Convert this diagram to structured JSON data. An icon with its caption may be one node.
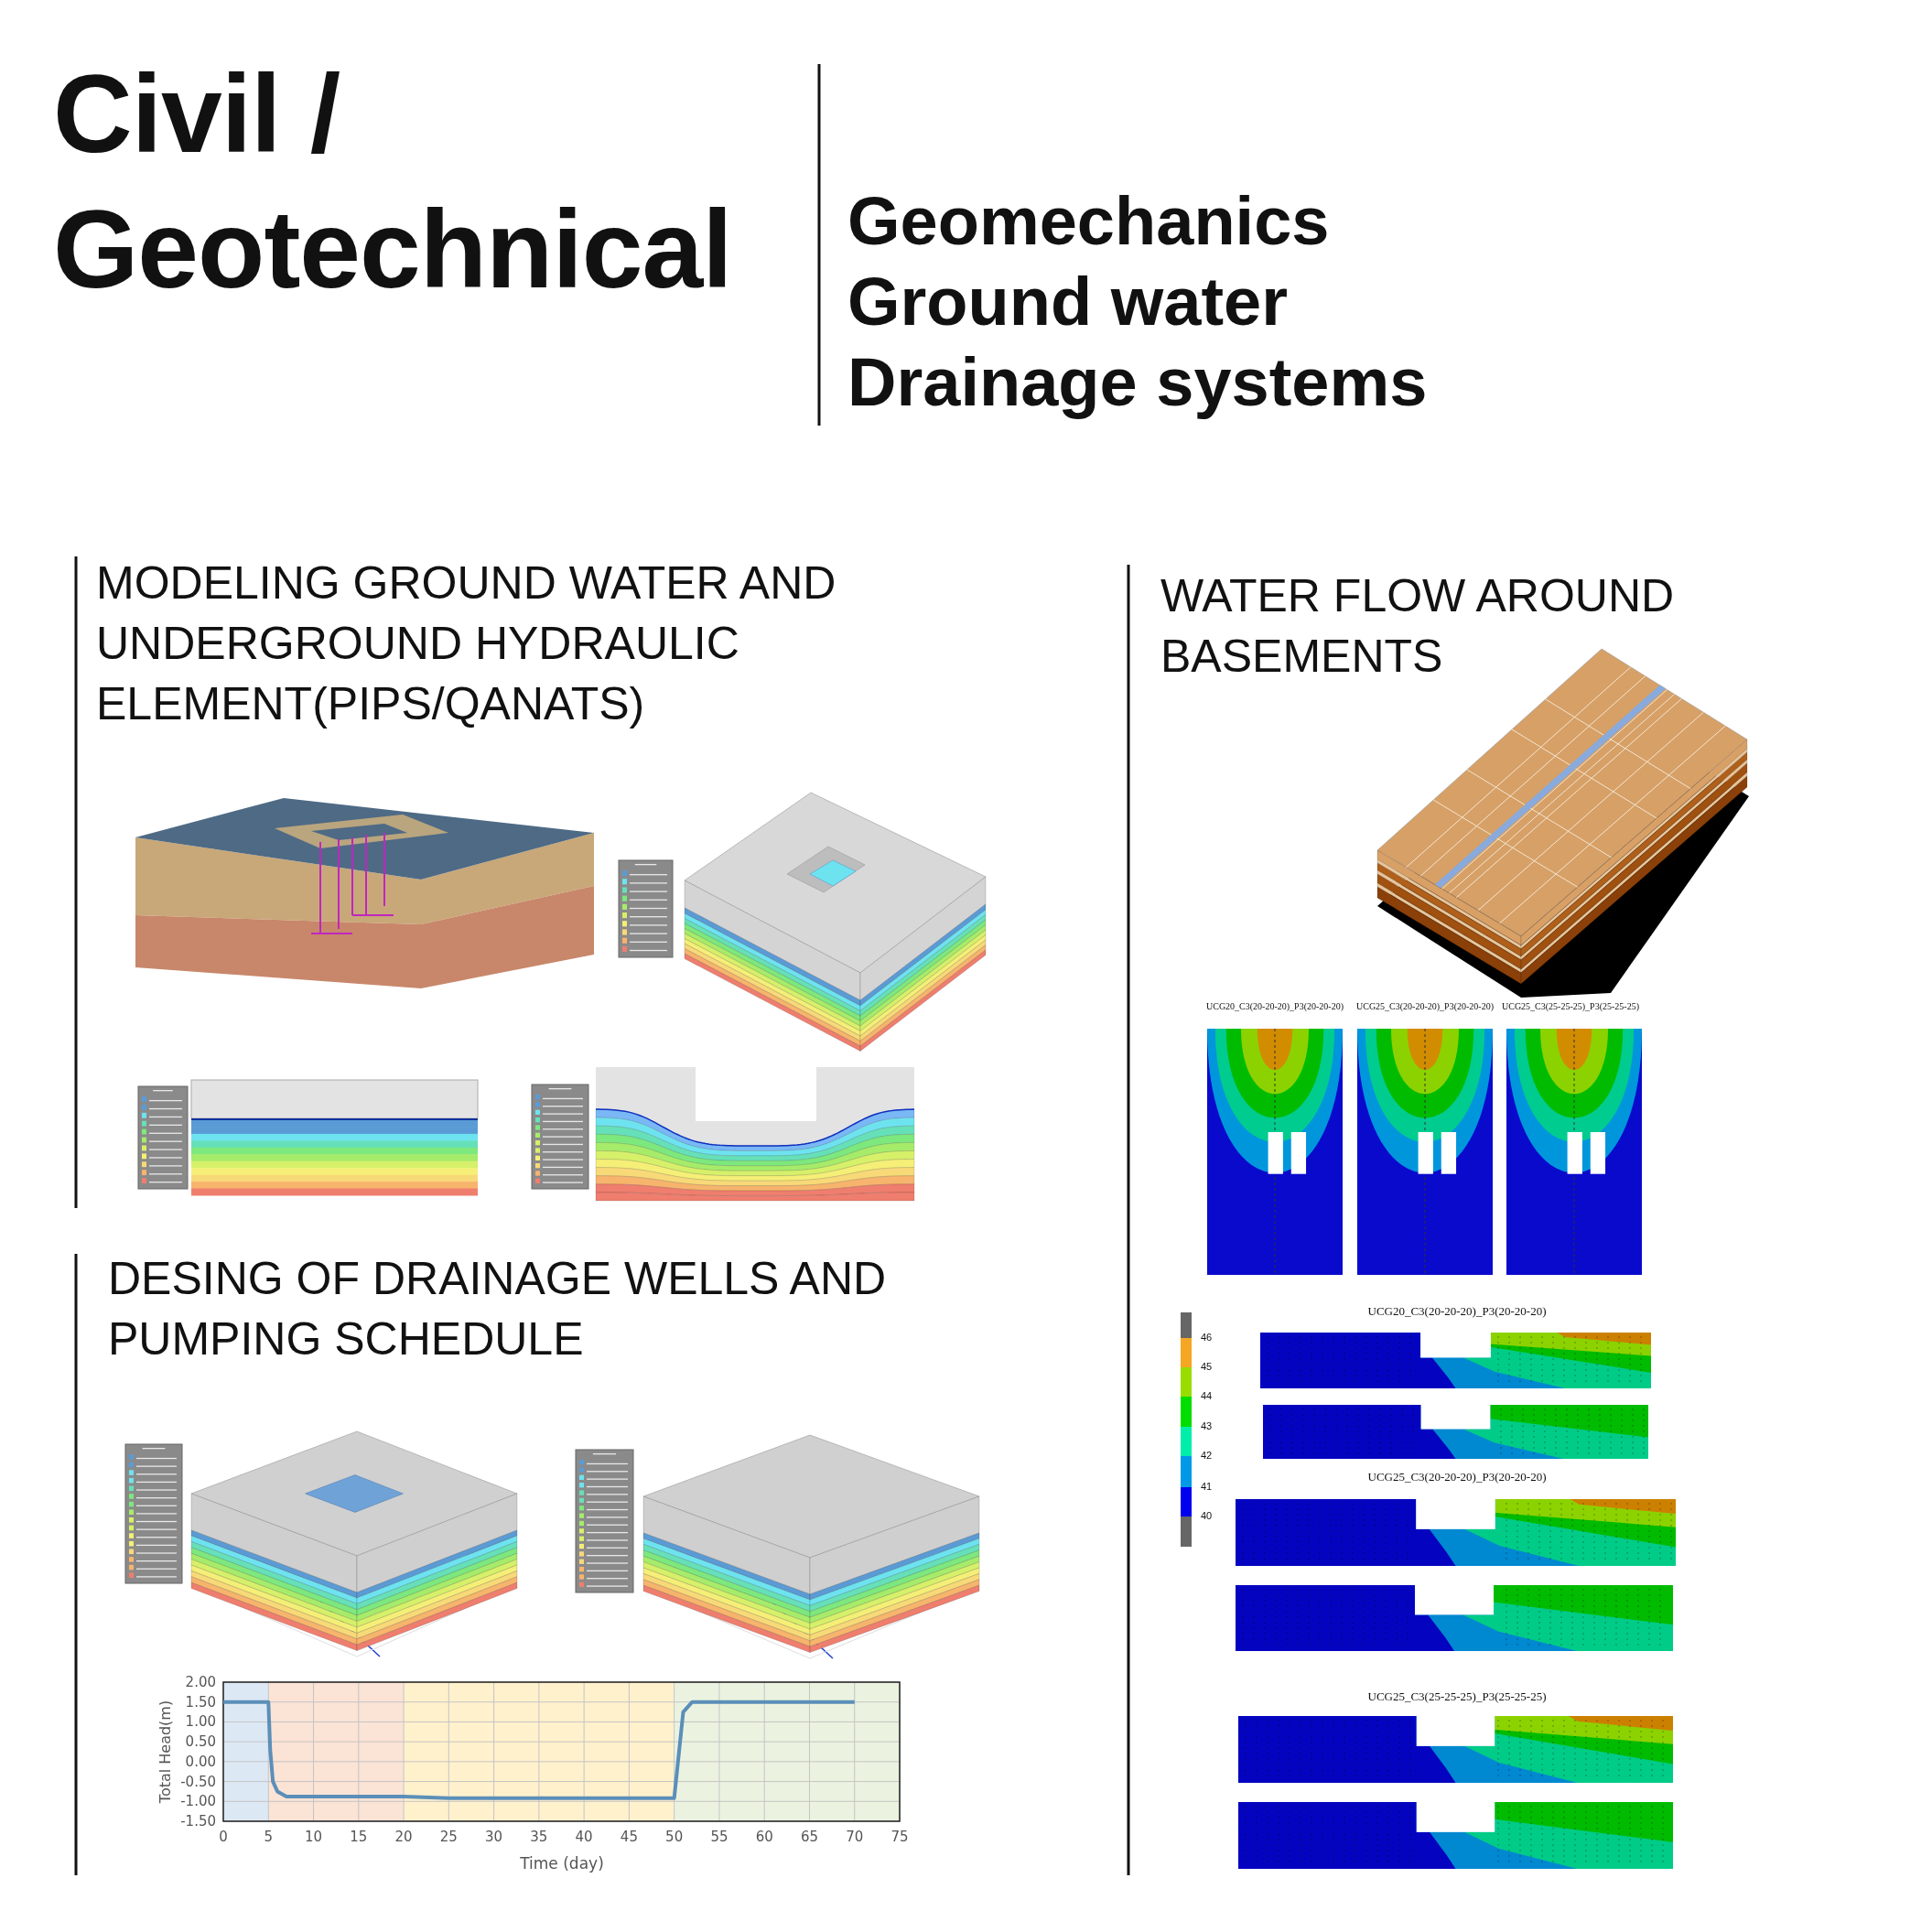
{
  "diagram": {
    "title": "Civil / Geotechnical",
    "labels": [
      "Geomechanics",
      "Ground water",
      "Drainage systems",
      "MODELING GROUND WATER AND UNDERGROUND HYDRAULIC ELEMENT(PIPS/QANATS)",
      "WATER FLOW AROUND BASEMENTS",
      "UCG20_C3(20-20-20)_P3(20-20-20)",
      "UCG25_C3(20-20-20)_P3(20-20-20)",
      "UCG25_C3(25-25-25)_P3(25-25-25)",
      "DESING OF DRAINAGE WELLS AND PUMPING SCHEDULE",
      "UCG20_C3(20-20-20)_P3(20-20-20)",
      "46",
      "45",
      "44",
      "43",
      "42",
      "41",
      "40",
      "UCG25_C3(20-20-20)_P3(20-20-20)",
      "UCG25_C3(25-25-25)_P3(25-25-25)"
    ],
    "chart_data": {
      "type": "line",
      "xlabel": "Time (day)",
      "ylabel": "Total Head(m)",
      "x": [
        0,
        5,
        5.2,
        5.5,
        6,
        7,
        20,
        25,
        50,
        51,
        52,
        70
      ],
      "series": [
        {
          "color": "#5b8fb9",
          "values": [
            1.5,
            1.5,
            0.3,
            -0.5,
            -0.75,
            -0.88,
            -0.88,
            -0.92,
            -0.92,
            1.25,
            1.5,
            1.5
          ]
        }
      ],
      "grid": true,
      "bands": [
        {
          "axis": "x",
          "from": 0,
          "to": 5,
          "color": "#dde8f5"
        },
        {
          "axis": "x",
          "from": 5,
          "to": 20,
          "color": "#fbe3d6"
        },
        {
          "axis": "x",
          "from": 20,
          "to": 50,
          "color": "#fff1cc"
        },
        {
          "axis": "x",
          "from": 50,
          "to": 75,
          "color": "#ebf3e0"
        }
      ],
      "xlim": [
        0,
        75
      ],
      "ylim": [
        -1.5,
        2
      ],
      "xticks": [
        0,
        5,
        10,
        15,
        20,
        25,
        30,
        35,
        40,
        45,
        50,
        55,
        60,
        65,
        70,
        75
      ],
      "yticks": [
        {
          "value": -1.5,
          "label": "-1.50"
        },
        {
          "value": -1,
          "label": "-1.00"
        },
        {
          "value": -0.5,
          "label": "-0.50"
        },
        {
          "value": 0,
          "label": "0.00"
        },
        {
          "value": 0.5,
          "label": "0.50"
        },
        {
          "value": 1,
          "label": "1.00"
        },
        {
          "value": 1.5,
          "label": "1.50"
        },
        {
          "value": 2,
          "label": "2.00"
        }
      ]
    }
  }
}
